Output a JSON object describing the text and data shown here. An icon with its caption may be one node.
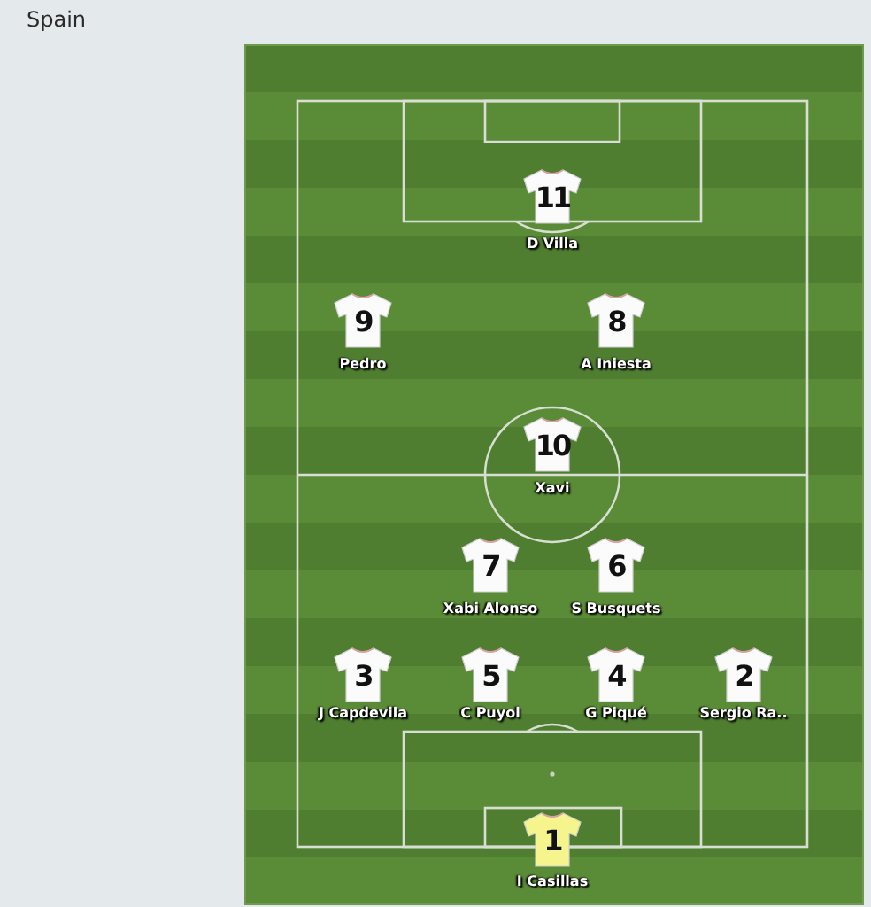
{
  "diagram": {
    "title": "Spain",
    "nodes": [
      {
        "text": [
          "11"
        ],
        "beside": [
          "D Villa"
        ]
      },
      {
        "text": [
          "9"
        ],
        "beside": [
          "Pedro"
        ]
      },
      {
        "text": [
          "8"
        ],
        "beside": [
          "A Iniesta"
        ]
      },
      {
        "text": [
          "10"
        ],
        "beside": [
          "Xavi"
        ]
      },
      {
        "text": [
          "7"
        ],
        "beside": [
          "Xabi Alonso"
        ]
      },
      {
        "text": [
          "6"
        ],
        "beside": [
          "S Busquets"
        ]
      },
      {
        "text": [
          "3"
        ],
        "beside": [
          "J Capdevila"
        ]
      },
      {
        "text": [
          "5"
        ],
        "beside": [
          "C Puyol"
        ]
      },
      {
        "text": [
          "4"
        ],
        "beside": [
          "G Piqué"
        ]
      },
      {
        "text": [
          "2"
        ],
        "beside": [
          "Sergio Ra.."
        ]
      },
      {
        "text": [
          "1"
        ],
        "beside": [
          "I Casillas"
        ]
      }
    ]
  }
}
